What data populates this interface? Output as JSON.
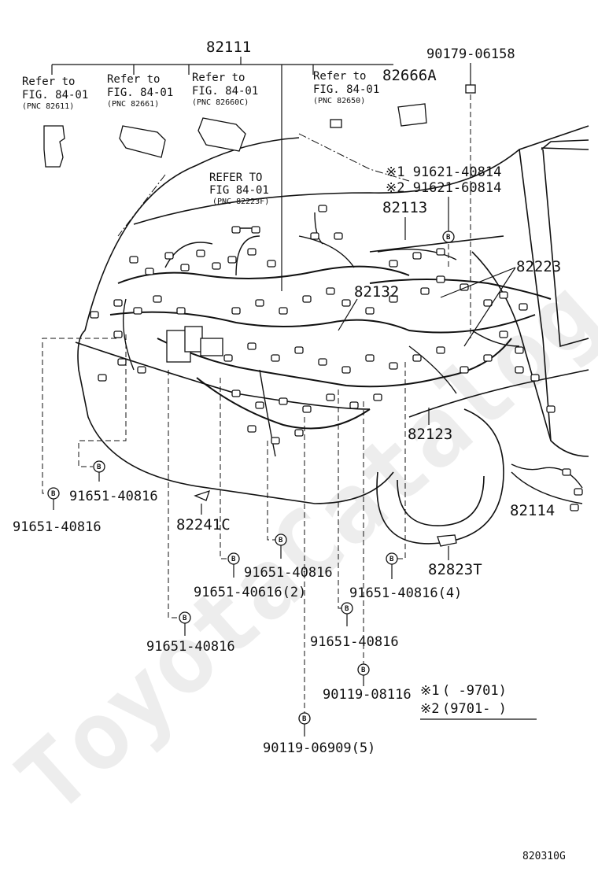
{
  "watermark": "ToyotaCatalog.ru",
  "figure_code": "820310G",
  "top_part": "82111",
  "refs": [
    {
      "line1": "Refer to",
      "line2": "FIG. 84-01",
      "pnc": "(PNC 82611)"
    },
    {
      "line1": "Refer to",
      "line2": "FIG. 84-01",
      "pnc": "(PNC 82661)"
    },
    {
      "line1": "Refer to",
      "line2": "FIG. 84-01",
      "pnc": "(PNC 82660C)"
    },
    {
      "line1": "Refer to",
      "line2": "FIG. 84-01",
      "pnc": "(PNC 82650)"
    },
    {
      "line1": "REFER TO",
      "line2": "FIG 84-01",
      "pnc": "(PNC 82223F)"
    }
  ],
  "parts": {
    "p82666A": "82666A",
    "p90179": "90179-06158",
    "p91621a": "※1 91621-40814",
    "p91621b": "※2 91621-60814",
    "p82113": "82113",
    "p82223": "82223",
    "p82132": "82132",
    "p82123": "82123",
    "p82114": "82114",
    "p82823T": "82823T",
    "p82241C": "82241C",
    "bolt_a": "91651-40816",
    "bolt_b": "91651-40816",
    "bolt_c": "91651-40816",
    "bolt_d": "91651-40616(2)",
    "bolt_e": "91651-40816(4)",
    "bolt_f": "91651-40816",
    "bolt_g": "91651-40816",
    "bolt_h": "90119-08116",
    "bolt_i": "90119-06909(5)"
  },
  "bolt_mark": "B",
  "notes": [
    {
      "mark": "※1",
      "text": "(      -9701)"
    },
    {
      "mark": "※2",
      "text": "(9701-      )"
    }
  ]
}
